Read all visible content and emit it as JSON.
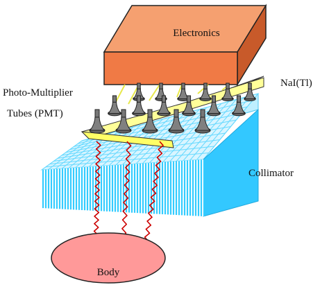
{
  "labels": {
    "electronics": "Electronics",
    "pmt_line1": "Photo-Multiplier",
    "pmt_line2": "Tubes (PMT)",
    "crystal": "NaI(Tl)",
    "collimator": "Collimator",
    "body": "Body"
  },
  "colors": {
    "electronics_front": "#f07a45",
    "electronics_top": "#f5a070",
    "electronics_side": "#c85a2a",
    "pmt_board": "#ffff99",
    "pmt_tube": "#808080",
    "collimator_front": "#33ccff",
    "collimator_grid": "#66d9ff",
    "photon_ray": "#cc0000",
    "body_fill": "#ff9999"
  },
  "icons": {
    "pmt": "pmt-tube-icon",
    "ray": "gamma-ray-wave"
  }
}
